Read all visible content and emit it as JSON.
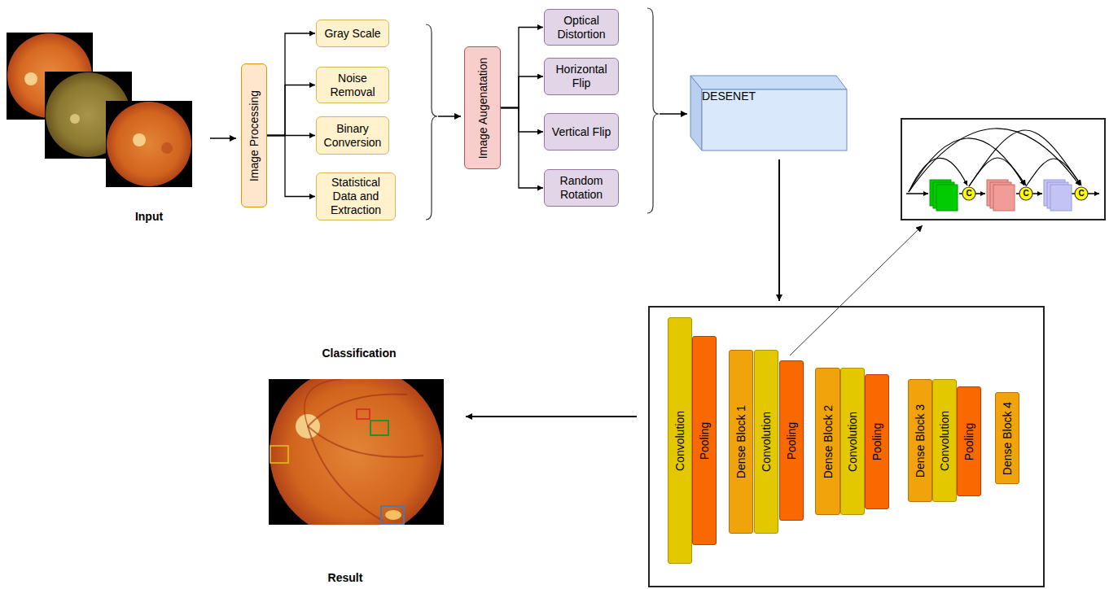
{
  "diagram": {
    "nodes": [
      {
        "text": [
          "Image Processing"
        ]
      },
      {
        "text": [
          "Gray Scale"
        ]
      },
      {
        "text": [
          "Noise Removal"
        ]
      },
      {
        "text": [
          "Binary Conversion"
        ]
      },
      {
        "text": [
          "Statistical Data and Extraction"
        ]
      },
      {
        "text": [
          "Image Augenatation"
        ]
      },
      {
        "text": [
          "Optical Distortion"
        ]
      },
      {
        "text": [
          "Horizontal Flip"
        ]
      },
      {
        "text": [
          "Vertical Flip"
        ]
      },
      {
        "text": [
          "Random Rotation"
        ]
      },
      {
        "text": [
          "DESENET"
        ]
      },
      {
        "text": [
          "C"
        ]
      },
      {
        "text": [
          "C"
        ]
      },
      {
        "text": [
          "C"
        ]
      },
      {
        "text": [
          "Convolution"
        ]
      },
      {
        "text": [
          "Pooling"
        ]
      },
      {
        "text": [
          "Dense Block 1"
        ]
      },
      {
        "text": [
          "Convolution"
        ]
      },
      {
        "text": [
          "Pooling"
        ]
      },
      {
        "text": [
          "Dense Block 2"
        ]
      },
      {
        "text": [
          "Convolution"
        ]
      },
      {
        "text": [
          "Pooling"
        ]
      },
      {
        "text": [
          "Dense Block 3"
        ]
      },
      {
        "text": [
          "Convolution"
        ]
      },
      {
        "text": [
          "Pooling"
        ]
      },
      {
        "text": [
          "Dense Block 4"
        ]
      }
    ],
    "edges": [
      {
        "from": 0,
        "to": 1,
        "arrow": "to"
      },
      {
        "from": 0,
        "to": 2,
        "arrow": "to"
      },
      {
        "from": 0,
        "to": 3,
        "arrow": "to"
      },
      {
        "from": 0,
        "to": 4,
        "arrow": "to"
      },
      {
        "from": 5,
        "to": 6,
        "arrow": "to"
      },
      {
        "from": 5,
        "to": 7,
        "arrow": "to"
      },
      {
        "from": 5,
        "to": 8,
        "arrow": "to"
      },
      {
        "from": 5,
        "to": 9,
        "arrow": "to"
      },
      {
        "from": 11,
        "to": 12,
        "arrow": "to"
      },
      {
        "from": 11,
        "to": 13,
        "arrow": "to"
      },
      {
        "from": 12,
        "to": 13,
        "arrow": "to"
      }
    ],
    "labels": [
      "Input",
      "Classification",
      "Result"
    ]
  }
}
